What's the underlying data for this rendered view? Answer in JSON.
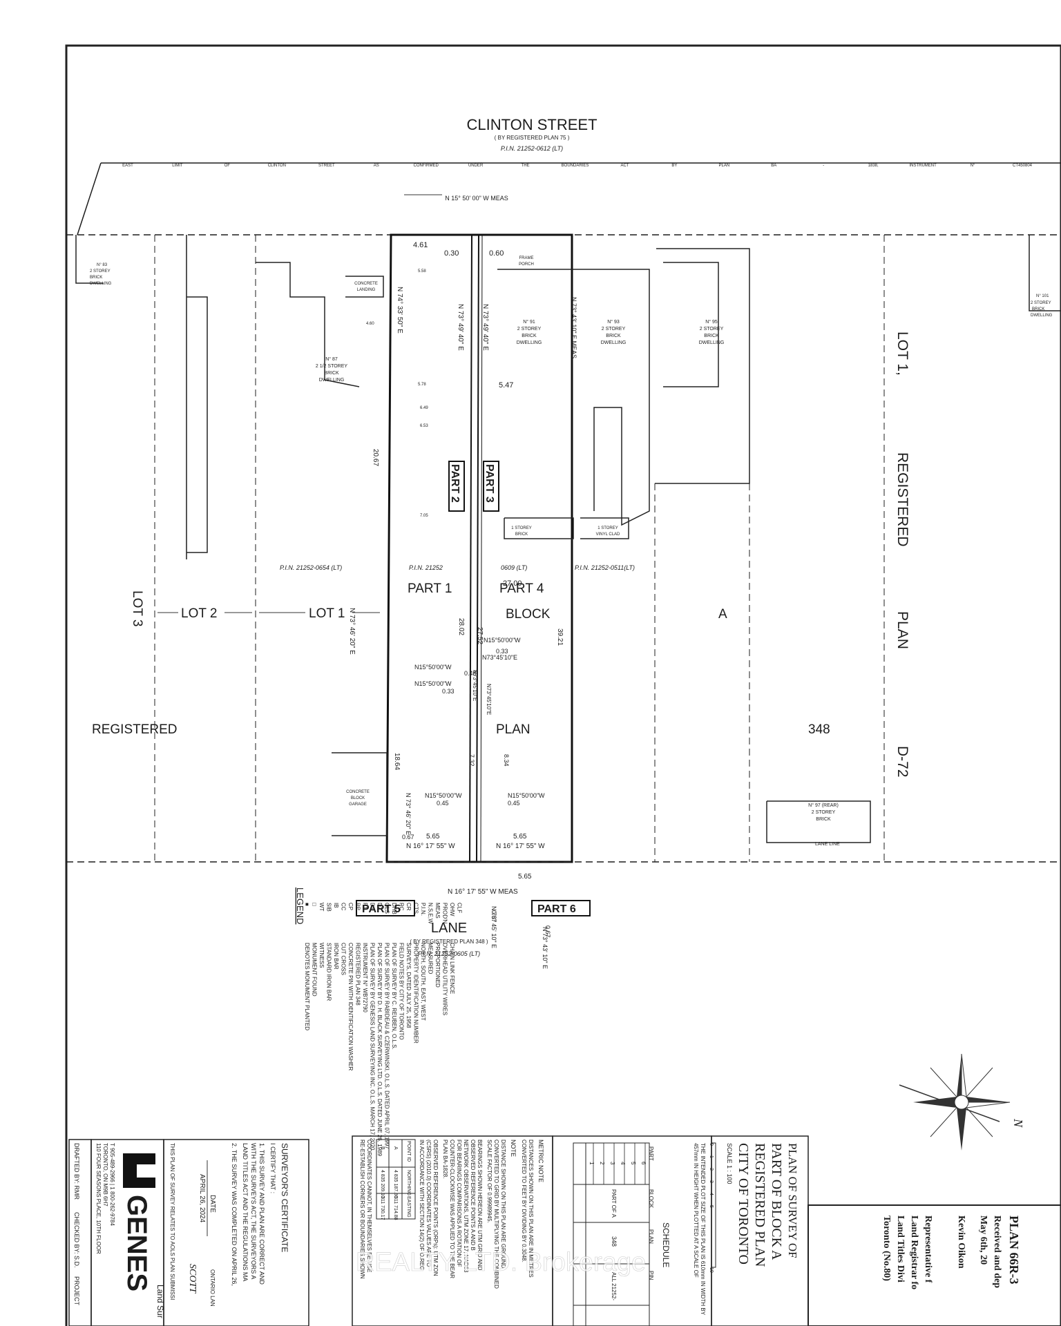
{
  "plan": {
    "street_title": "CLINTON STREET",
    "street_sub": "( BY REGISTERED PLAN 75 )",
    "street_pin": "P.I.N. 21252-0612 (LT)",
    "street_limit_line": [
      "EAST",
      "LIMIT",
      "OF",
      "CLINTON",
      "STREET",
      "AS",
      "CONFIRMED",
      "UNDER",
      "THE",
      "BOUNDARIES",
      "ACT",
      "BY",
      "PLAN",
      "BA",
      "-",
      "1838,",
      "INSTRUMENT",
      "N°",
      "CT450804"
    ],
    "top_bearing": "N 15° 50' 00\" W MEAS",
    "lane_title": "LANE",
    "lane_sub": "( BY REGISTERED PLAN 348 )",
    "lane_pin": "P.I.N. 21252-0605 (LT)",
    "lane_bearing": "N 16° 17' 55\" W MEAS",
    "lane_line": "LANE LINE"
  },
  "labels": {
    "lot_1_right": "LOT 1,",
    "registered_right": "REGISTERED",
    "plan_right": "PLAN",
    "d72": "D-72",
    "lot3": "LOT 3",
    "lot2": "LOT 2",
    "lot1": "LOT 1",
    "registered_left": "REGISTERED",
    "part1": "PART 1",
    "part2": "PART 2",
    "part3": "PART 3",
    "part4": "PART 4",
    "part5": "PART 5",
    "part6": "PART 6",
    "block": "BLOCK",
    "a": "A",
    "plan_center": "PLAN",
    "n348": "348",
    "pin_0654": "P.I.N. 21252-0654 (LT)",
    "pin_21252": "P.I.N. 21252",
    "pin_0609": "0609 (LT)",
    "pin_0511": "P.I.N. 21252-0511(LT)"
  },
  "buildings": {
    "b87": [
      "N° 87",
      "2 1/2 STOREY",
      "BRICK",
      "DWELLING"
    ],
    "b91": [
      "N° 91",
      "2 STOREY",
      "BRICK",
      "DWELLING"
    ],
    "b93": [
      "N° 93",
      "2 STOREY",
      "BRICK",
      "DWELLING"
    ],
    "b95": [
      "N° 95",
      "2 STOREY",
      "BRICK",
      "DWELLING"
    ],
    "b83": [
      "N° 83",
      "2 STOREY",
      "BRICK",
      "DWELLING"
    ],
    "b101": [
      "N° 101",
      "2 STOREY",
      "BRICK",
      "DWELLING"
    ],
    "b97": [
      "N° 97 (REAR)",
      "2 STOREY",
      "BRICK"
    ],
    "frame_porch": [
      "FRAME",
      "PORCH"
    ],
    "concrete_landing": [
      "CONCRETE",
      "LANDING"
    ],
    "storey_brick": [
      "1 STOREY",
      "BRICK"
    ],
    "storey_vinyl": [
      "1 STOREY",
      "VINYL CLAD"
    ],
    "concrete_block_garage": [
      "CONCRETE",
      "BLOCK",
      "GARAGE"
    ]
  },
  "dimensions": {
    "d461": "4.61",
    "d030": "0.30",
    "d060": "0.60",
    "d547": "5.47",
    "d2700": "27.00",
    "d2802": "28.02",
    "d2752": "27.52",
    "d3921": "39.21",
    "d1864": "18.64",
    "d732": "7.32",
    "d834": "8.34",
    "d565a": "5.65",
    "d565b": "5.65",
    "d565c": "5.65",
    "d048": "0.48",
    "d033a": "0.33",
    "d033b": "0.33",
    "d045a": "0.45",
    "d045b": "0.45",
    "d067a": "0.67",
    "d067b": "0.67",
    "d067c": "0.67",
    "d2067": "20.67",
    "d578": "5.78",
    "d649": "6.49",
    "d653": "6.53",
    "d705": "7.05",
    "d558": "5.58",
    "d460": "4.60"
  },
  "bearings": {
    "b1": "N 74° 33' 50\" E",
    "b2": "N 73° 49' 40\" E",
    "b3": "N 73° 49' 40\" E",
    "b4": "N 73° 43' 10\" E MEAS",
    "b5": "N 73° 46' 20\" E",
    "b6": "N 73° 46' 20\" E",
    "b7": "N15°50'00\"W",
    "b8": "N15°50'00\"W",
    "b9": "N15°50'00\"W",
    "b10": "N15°50'00\"W",
    "b11": "N15°50'00\"W",
    "b12": "N73°45'10\"E",
    "b13": "N73°45'10\"E",
    "b14": "N73°45'10\"E",
    "b15": "N 16° 17' 55\" W",
    "b16": "N 16° 17' 55\" W",
    "b17": "N 73° 45' 10\" E",
    "b18": "N 73° 43' 10\" E"
  },
  "legend": {
    "title": "LEGEND",
    "items": [
      {
        "sym": "■",
        "desc": "DENOTES MONUMENT PLANTED"
      },
      {
        "sym": "□",
        "desc": "MONUMENT FOUND"
      },
      {
        "sym": "WT",
        "desc": "WITNESS"
      },
      {
        "sym": "SIB",
        "desc": "STANDARD IRON BAR"
      },
      {
        "sym": "IB",
        "desc": "IRON BAR"
      },
      {
        "sym": "CC",
        "desc": "CUT CROSS"
      },
      {
        "sym": "CP",
        "desc": "CONCRETE PIN WITH IDENTIFICATION WASHER"
      },
      {
        "sym": "RP",
        "desc": "REGISTERED PLAN 348"
      },
      {
        "sym": "P1",
        "desc": "INSTRUMENT N° WB72790"
      },
      {
        "sym": "D1",
        "desc": "PLAN OF SURVEY BY GENESIS LAND SURVEYING INC. O.L.S. MARCH 17, 2020"
      },
      {
        "sym": "D2",
        "desc": "PLAN OF SURVEY BY D. H. BLACK SURVEYING LTD. O.L.S. DATED JUNE 26, 1989"
      },
      {
        "sym": "GLS",
        "desc": "PLAN OF SURVEY BY RABIDEAU & CZERWINSKI, O.L.S. DATED APRIL 07, 1997"
      },
      {
        "sym": "DHB",
        "desc": "PLAN OF SURVEY BY C. REUBEN, O.L.S."
      },
      {
        "sym": "RC",
        "desc": "FIELD NOTES BY CITY OF TORONTO"
      },
      {
        "sym": "CR",
        "desc": "SURVEYS, DATED JULY 25, 1958"
      },
      {
        "sym": "CTS",
        "desc": "PROPERTY IDENTIFICATION NUMBER"
      },
      {
        "sym": "P.I.N.",
        "desc": "NORTH, SOUTH, EAST, WEST"
      },
      {
        "sym": "N,S,E,W",
        "desc": "MEASURED"
      },
      {
        "sym": "MEAS",
        "desc": "PROPORTIONED"
      },
      {
        "sym": "PROD'N",
        "desc": "OVERHEAD UTILITY WIRES"
      },
      {
        "sym": "OHW",
        "desc": "CHAIN LINK FENCE"
      },
      {
        "sym": "CLF",
        "desc": ""
      }
    ]
  },
  "title_block": {
    "plan_of_survey": "PLAN OF SURVEY OF",
    "part_of": "PART OF BLOCK A",
    "registered_plan": "REGISTERED PLAN",
    "city": "CITY OF TORONTO",
    "scale": "SCALE 1 : 100",
    "scale_ticks": [
      "0",
      "1",
      "2",
      "3",
      "4",
      "5",
      "10"
    ],
    "intended_size": "THE INTENDED PLOT SIZE OF THIS PLAN IS 610mm IN WIDTH BY",
    "intended_size2": "457mm IN HEIGHT WHEN PLOTTED AT A SCALE OF",
    "schedule": "SCHEDULE",
    "schedule_headers": [
      "PART",
      "BLOCK",
      "PLAN",
      "PIN"
    ],
    "schedule_rows": [
      "1",
      "2",
      "3",
      "4",
      "5",
      "6"
    ],
    "schedule_part_of_a": "PART OF A",
    "schedule_plan_val": "348",
    "schedule_pin_val": "ALL 21252-",
    "plan_no": "PLAN 66R-3",
    "received": "Received and dep",
    "received_date": "May 6th, 20",
    "rep_name": "Kevin Oikon",
    "rep_title": "Representative f",
    "land_registrar": "Land Registrar fo",
    "land_titles": "Land Titles Divi",
    "toronto": "Toronto (No.80)"
  },
  "notes": {
    "metric_title": "METRIC NOTE",
    "metric_1": "DISTANCES SHOWN ON THIS PLAN ARE IN METRES",
    "metric_2": "CONVERTED TO FEET BY DIVIDING BY 0.3048.",
    "note_title": "NOTE",
    "note_1": "DISTANCE SHOWN ON THIS PLAN ARE GROUND",
    "note_2": "CONVERTED TO GRID BY MULTIPLYING THE COMBINED",
    "note_3": "SCALE FACTOR OF 0.99989945.",
    "bearings_1": "BEARINGS SHOWN HEREON ARE UTM GRID AND",
    "bearings_2": "OBSERVED REFERENCE POINTS A AND B",
    "bearings_3": "NETWORK OBSERVATIONS, UTM ZONE 17, NAD83",
    "bearings_4": "FOR BEARINGS COMPARISONS A ROTATION OF",
    "bearings_5": "COUNTER-CLOCKWISE WAS APPLIED TO THE BEAR",
    "bearings_6": "PLAN BA-1828.",
    "obs_1": "OBSERVED REFERENCE POINTS (ORPs): UTM ZON",
    "obs_2": "(CSRS) (2010.0) COORDINATES VALUES ARE TO",
    "obs_3": "IN ACCORDANCE WITH SECTION 14(2) OF O.REG",
    "coord_headers": [
      "POINT ID",
      "NORTHING",
      "EASTING"
    ],
    "coord_a": [
      "A",
      "4 835 187.36",
      "311 714.88"
    ],
    "coord_b": [
      "B",
      "4 835 209.10",
      "311 730.17"
    ],
    "coord_note_1": "COORDINATES CANNOT, IN THEMSELVES BE USE",
    "coord_note_2": "RE-ESTABLISH CORNERS OR BOUNDARIES SHOWN"
  },
  "certificate": {
    "title": "SURVEYOR'S CERTIFICATE",
    "i_certify": "I CERTIFY THAT :",
    "c1a": "1. THIS SURVEY AND PLAN ARE CORRECT AND",
    "c1b": "WITH THE SURVEYS ACT, THE SURVEYORS A",
    "c1c": "LAND TITLES ACT AND THE REGULATIONS MA",
    "c2": "2. THE SURVEY WAS COMPLETED ON APRIL 26,",
    "date_value": "APRIL 26, 2024",
    "date_label": "DATE",
    "surveyor": "SCOTT",
    "ols": "ONTARIO LAN",
    "relates": "THIS PLAN OF SURVEY RELATES TO AOLS PLAN SUBMISSI"
  },
  "company": {
    "logo": "GENES",
    "sub": "Land Sur",
    "addr1": "110 FOUR SEASONS PLACE, 10TH FLOOR",
    "addr2": "TORONTO, ON M9B 6H7",
    "phone": "T 905-489-2966 | 1 800-262-9784",
    "drafted": "DRAFTED BY: RMR",
    "checked": "CHECKED BY: S.D.",
    "project": "PROJECT"
  },
  "watermark": "REALTY LTD. Brokerage",
  "north": "N"
}
